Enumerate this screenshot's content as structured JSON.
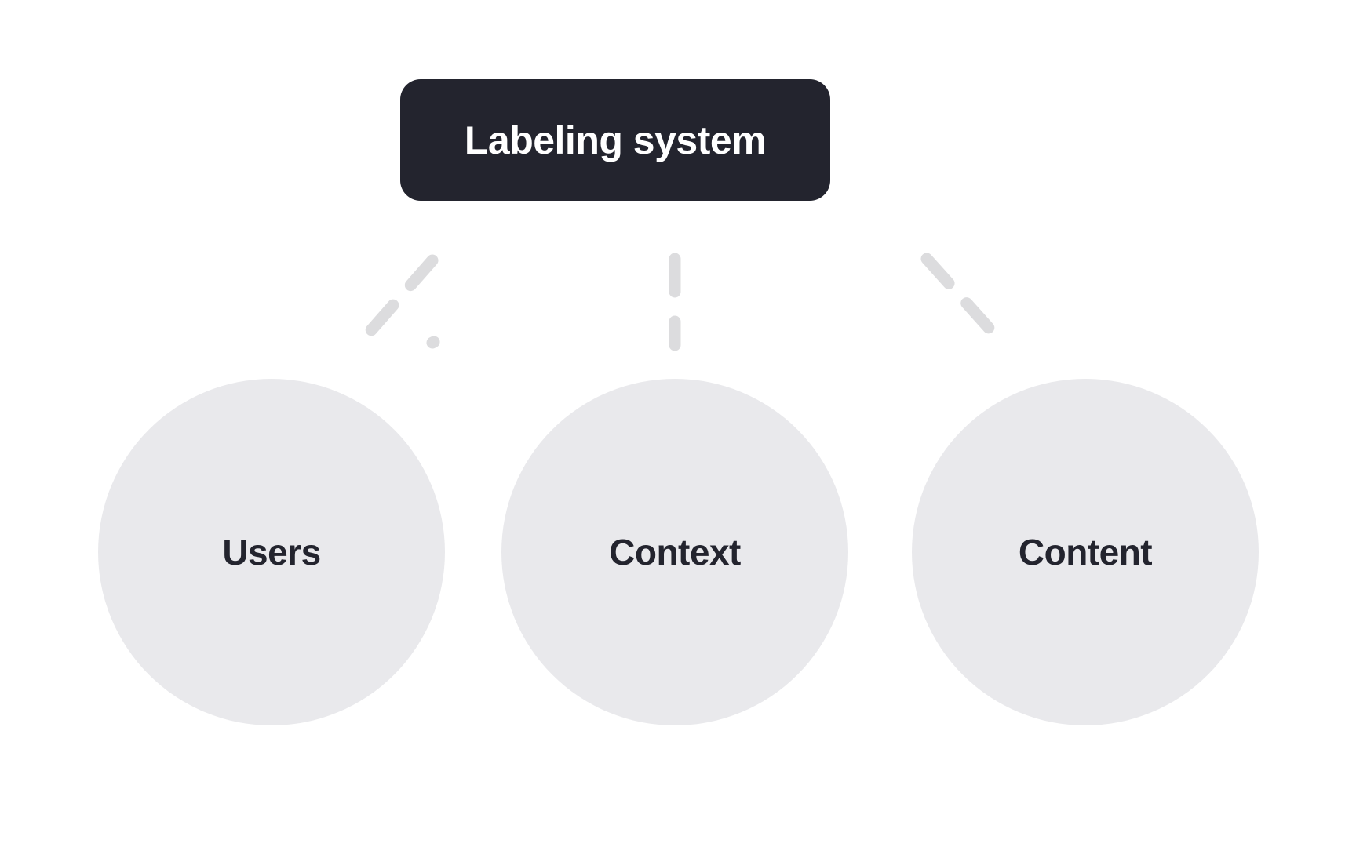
{
  "diagram": {
    "type": "hierarchy",
    "root": {
      "label": "Labeling system",
      "background_color": "#23242e",
      "text_color": "#ffffff"
    },
    "connector": {
      "style": "dashed",
      "color": "#dcdcde",
      "cap": "round"
    },
    "leaves": [
      {
        "label": "Users",
        "background_color": "#e9e9ec",
        "text_color": "#23242e"
      },
      {
        "label": "Context",
        "background_color": "#e9e9ec",
        "text_color": "#23242e"
      },
      {
        "label": "Content",
        "background_color": "#e9e9ec",
        "text_color": "#23242e"
      }
    ],
    "canvas_background": "#ffffff"
  }
}
